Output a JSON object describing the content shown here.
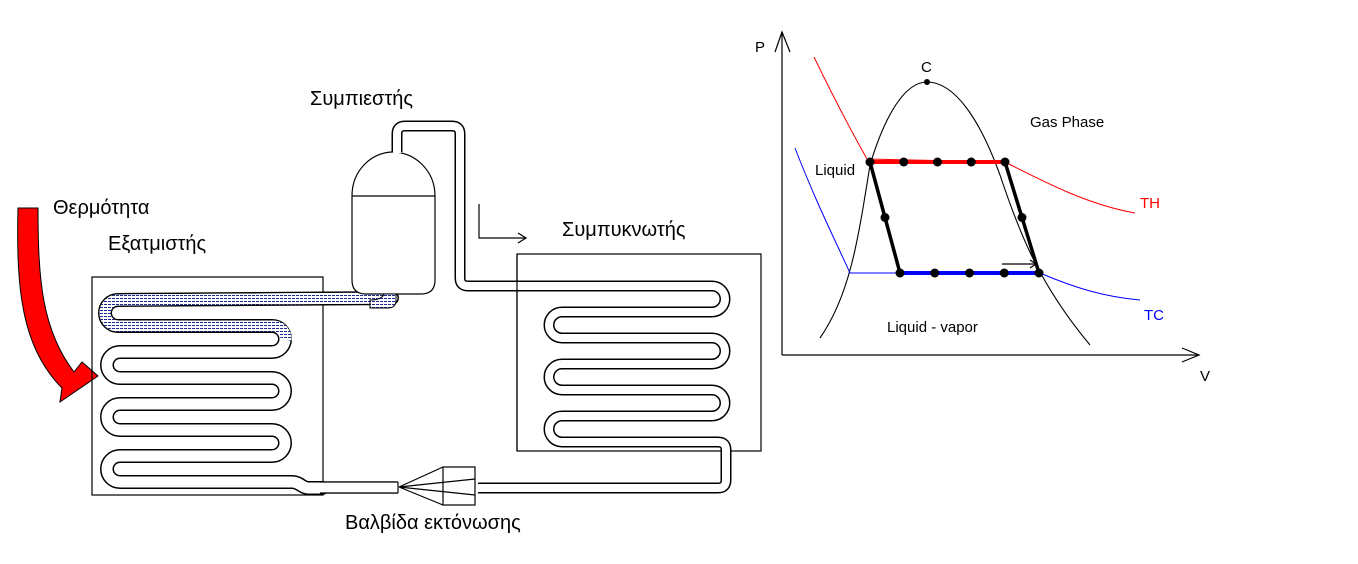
{
  "cycle_diagram": {
    "labels": {
      "heat": "Θερμότητα",
      "evaporator": "Εξατμιστής",
      "compressor": "Συμπιεστής",
      "condenser": "Συμπυκνωτής",
      "expansion_valve": "Βαλβίδα εκτόνωσης"
    },
    "colors": {
      "heat_arrow": "#ff0000",
      "refrigerant_fill": "#1a2a9a",
      "line": "#000000"
    }
  },
  "pv_diagram": {
    "axis_labels": {
      "y": "P",
      "x": "V"
    },
    "critical_point_label": "C",
    "region_labels": {
      "gas": "Gas Phase",
      "liquid": "Liquid",
      "two_phase": "Liquid - vapor"
    },
    "isotherm_labels": {
      "hot": "TH",
      "cold": "TC"
    },
    "colors": {
      "hot_isotherm": "#ff0000",
      "cold_isotherm": "#0000ff",
      "dome": "#000000",
      "cycle_path": "#000000"
    },
    "cycle_points": {
      "hot_line_count": 5,
      "cold_line_count": 5,
      "left_leg_mid_count": 1,
      "right_leg_mid_count": 1
    }
  }
}
